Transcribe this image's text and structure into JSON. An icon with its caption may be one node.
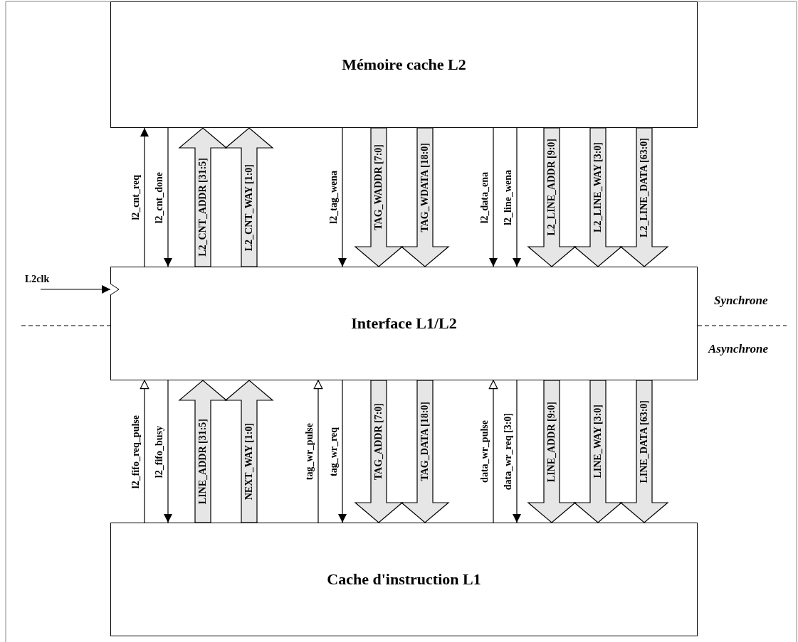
{
  "diagram": {
    "nodes": [
      {
        "text": [
          "Mémoire cache L2"
        ]
      },
      {
        "text": [
          "Interface L1/L2"
        ]
      },
      {
        "text": [
          "Cache d'instruction L1"
        ]
      }
    ],
    "edges": [
      {
        "from": 1,
        "to": 0,
        "arrow": "to",
        "label": "l2_cnt_req"
      },
      {
        "from": 0,
        "to": 1,
        "arrow": "to",
        "label": "l2_cnt_done"
      },
      {
        "from": 1,
        "to": 0,
        "arrow": "to",
        "label": "L2_CNT_ADDR [31:5]",
        "style": "thick"
      },
      {
        "from": 1,
        "to": 0,
        "arrow": "to",
        "label": "L2_CNT_WAY [1:0]",
        "style": "thick"
      },
      {
        "from": 0,
        "to": 1,
        "arrow": "to",
        "label": "l2_tag_wena"
      },
      {
        "from": 0,
        "to": 1,
        "arrow": "to",
        "label": "TAG_WADDR [7:0]",
        "style": "thick"
      },
      {
        "from": 0,
        "to": 1,
        "arrow": "to",
        "label": "TAG_WDATA [18:0]",
        "style": "thick"
      },
      {
        "from": 0,
        "to": 1,
        "arrow": "to",
        "label": "l2_data_ena"
      },
      {
        "from": 0,
        "to": 1,
        "arrow": "to",
        "label": "l2_line_wena"
      },
      {
        "from": 0,
        "to": 1,
        "arrow": "to",
        "label": "L2_LINE_ADDR [9:0]",
        "style": "thick"
      },
      {
        "from": 0,
        "to": 1,
        "arrow": "to",
        "label": "L2_LINE_WAY [3:0]",
        "style": "thick"
      },
      {
        "from": 0,
        "to": 1,
        "arrow": "to",
        "label": "L2_LINE_DATA [63:0]",
        "style": "thick"
      },
      {
        "from": null,
        "to": 1,
        "arrow": "to",
        "label": "L2clk"
      },
      {
        "from": 2,
        "to": 1,
        "arrow": "to",
        "label": "l2_fifo_req_pulse"
      },
      {
        "from": 1,
        "to": 2,
        "arrow": "to",
        "label": "l2_fifo_busy"
      },
      {
        "from": 2,
        "to": 1,
        "arrow": "to",
        "label": "LINE_ADDR [31:5]",
        "style": "thick"
      },
      {
        "from": 2,
        "to": 1,
        "arrow": "to",
        "label": "NEXT_WAY [1:0]",
        "style": "thick"
      },
      {
        "from": 2,
        "to": 1,
        "arrow": "to",
        "label": "tag_wr_pulse"
      },
      {
        "from": 1,
        "to": 2,
        "arrow": "to",
        "label": "tag_wr_req"
      },
      {
        "from": 1,
        "to": 2,
        "arrow": "to",
        "label": "TAG_ADDR [7:0]",
        "style": "thick"
      },
      {
        "from": 1,
        "to": 2,
        "arrow": "to",
        "label": "TAG_DATA [18:0]",
        "style": "thick"
      },
      {
        "from": 2,
        "to": 1,
        "arrow": "to",
        "label": "data_wr_pulse"
      },
      {
        "from": 1,
        "to": 2,
        "arrow": "to",
        "label": "data_wr_req [3:0]"
      },
      {
        "from": 1,
        "to": 2,
        "arrow": "to",
        "label": "LINE_ADDR [9:0]",
        "style": "thick"
      },
      {
        "from": 1,
        "to": 2,
        "arrow": "to",
        "label": "LINE_WAY [3:0]",
        "style": "thick"
      },
      {
        "from": 1,
        "to": 2,
        "arrow": "to",
        "label": "LINE_DATA [63:0]",
        "style": "thick"
      }
    ],
    "labels": [
      "Synchrone",
      "Asynchrone"
    ]
  }
}
